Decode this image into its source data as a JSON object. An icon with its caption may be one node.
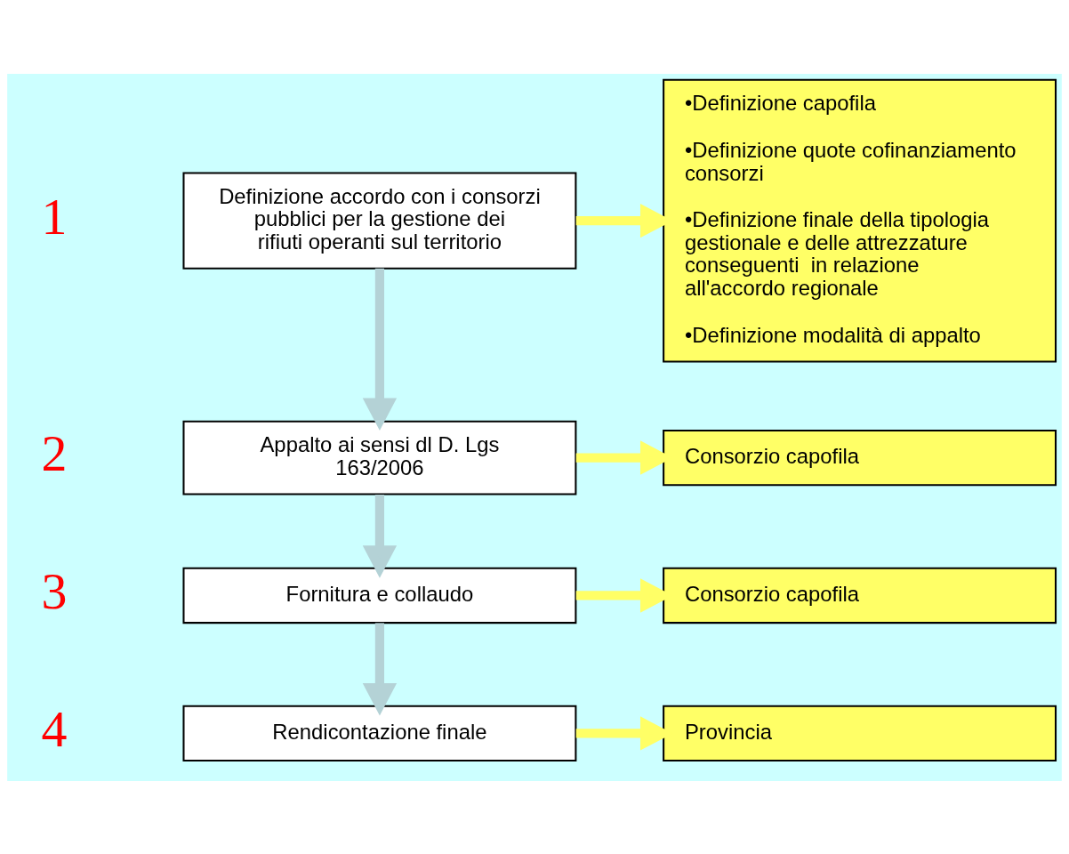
{
  "diagram": {
    "nodes": [
      {
        "text": [
          "Definizione accordo con i consorzi pubblici per la gestione dei rifiuti operanti sul territorio"
        ],
        "beside": [
          "1"
        ]
      },
      {
        "text": [
          "•Definizione capofila",
          "•Definizione quote cofinanziamento consorzi",
          "•Definizione finale della tipologia gestionale e delle attrezzature conseguenti  in relazione all'accordo regionale",
          "•Definizione modalità di appalto"
        ]
      },
      {
        "text": [
          "Appalto ai sensi dl D. Lgs 163/2006"
        ],
        "beside": [
          "2"
        ]
      },
      {
        "text": [
          "Consorzio capofila"
        ]
      },
      {
        "text": [
          "Fornitura e collaudo"
        ],
        "beside": [
          "3"
        ]
      },
      {
        "text": [
          "Consorzio capofila"
        ]
      },
      {
        "text": [
          "Rendicontazione finale"
        ],
        "beside": [
          "4"
        ]
      },
      {
        "text": [
          "Provincia"
        ]
      }
    ],
    "edges": [
      {
        "from": 0,
        "to": 1,
        "arrow": "to"
      },
      {
        "from": 0,
        "to": 2,
        "arrow": "to",
        "color": "#b4d2d6"
      },
      {
        "from": 2,
        "to": 3,
        "arrow": "to"
      },
      {
        "from": 2,
        "to": 4,
        "arrow": "to",
        "color": "#b4d2d6"
      },
      {
        "from": 4,
        "to": 5,
        "arrow": "to"
      },
      {
        "from": 4,
        "to": 6,
        "arrow": "to",
        "color": "#b4d2d6"
      },
      {
        "from": 6,
        "to": 7,
        "arrow": "to"
      }
    ]
  }
}
